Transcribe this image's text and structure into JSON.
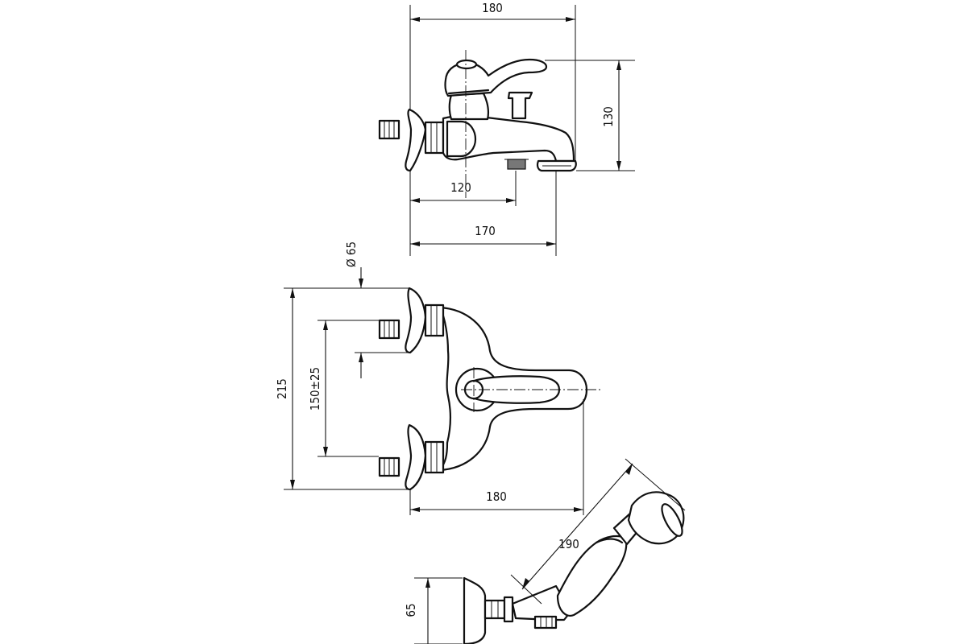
{
  "side_view": {
    "dims": {
      "width_total": "180",
      "height": "130",
      "to_diverter": "120",
      "to_spout": "170"
    }
  },
  "top_view": {
    "dims": {
      "flange_diameter": "Ø 65",
      "height_total": "215",
      "center_distance": "150±25",
      "width": "180"
    }
  },
  "hand_shower": {
    "dims": {
      "length": "190",
      "holder_height": "65"
    }
  }
}
